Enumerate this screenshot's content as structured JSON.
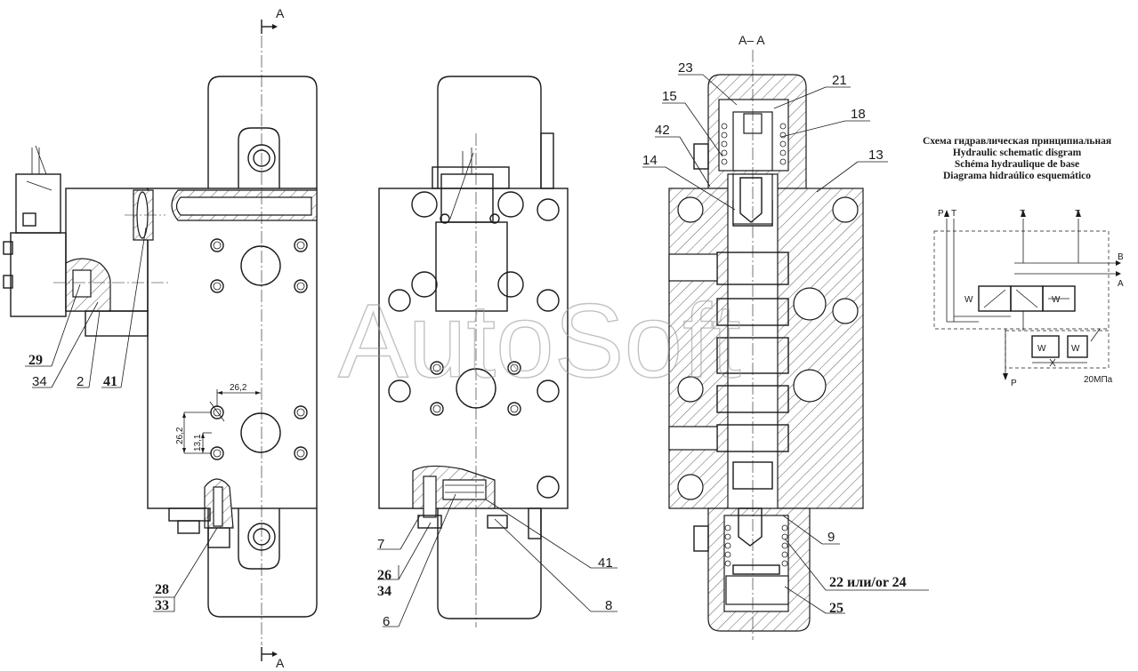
{
  "section_marker": {
    "letter": "A",
    "title": "A– A"
  },
  "scheme_title": [
    "Схема гидравлическая принципиальная",
    "Hydraulic schematic disgram",
    "Schéma hydraulique de base",
    "Diagrama hidraúlico esquemático"
  ],
  "scheme": {
    "ports_top": [
      "P",
      "T",
      "T",
      "T"
    ],
    "ports_right": [
      "B",
      "A"
    ],
    "port_bottom": "P",
    "pressure": "20МПа",
    "spring": "W"
  },
  "dimensions": [
    "26,2",
    "26,2",
    "13,1"
  ],
  "callouts_left": [
    "29",
    "34",
    "2",
    "41",
    "28",
    "33"
  ],
  "callouts_middle": [
    "7",
    "26",
    "34",
    "6",
    "41",
    "8"
  ],
  "callouts_section": [
    "23",
    "15",
    "42",
    "14",
    "21",
    "18",
    "13",
    "9",
    "22 или/or 24",
    "25"
  ],
  "watermark": "AutoSoft"
}
